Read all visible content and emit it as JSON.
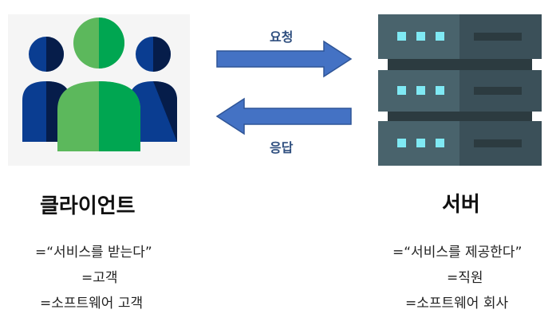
{
  "arrows": {
    "request_label": "요청",
    "response_label": "응답"
  },
  "client": {
    "title": "클라이언트",
    "descriptions": [
      "=“서비스를 받는다”",
      "=고객",
      "=소프트웨어 고객"
    ]
  },
  "server": {
    "title": "서버",
    "descriptions": [
      "=“서비스를 제공한다”",
      "=직원",
      "=소프트웨어 회사"
    ]
  },
  "colors": {
    "arrow_fill": "#4472c4",
    "arrow_stroke": "#2f5597",
    "server_panel_left": "#49636c",
    "server_panel_right": "#3b5059",
    "server_lights": "#7fe9f4",
    "client_center_light": "#5cb85c",
    "client_center_dark": "#00a651",
    "client_side_light": "#0a3d91",
    "client_side_dark": "#061d4a"
  }
}
